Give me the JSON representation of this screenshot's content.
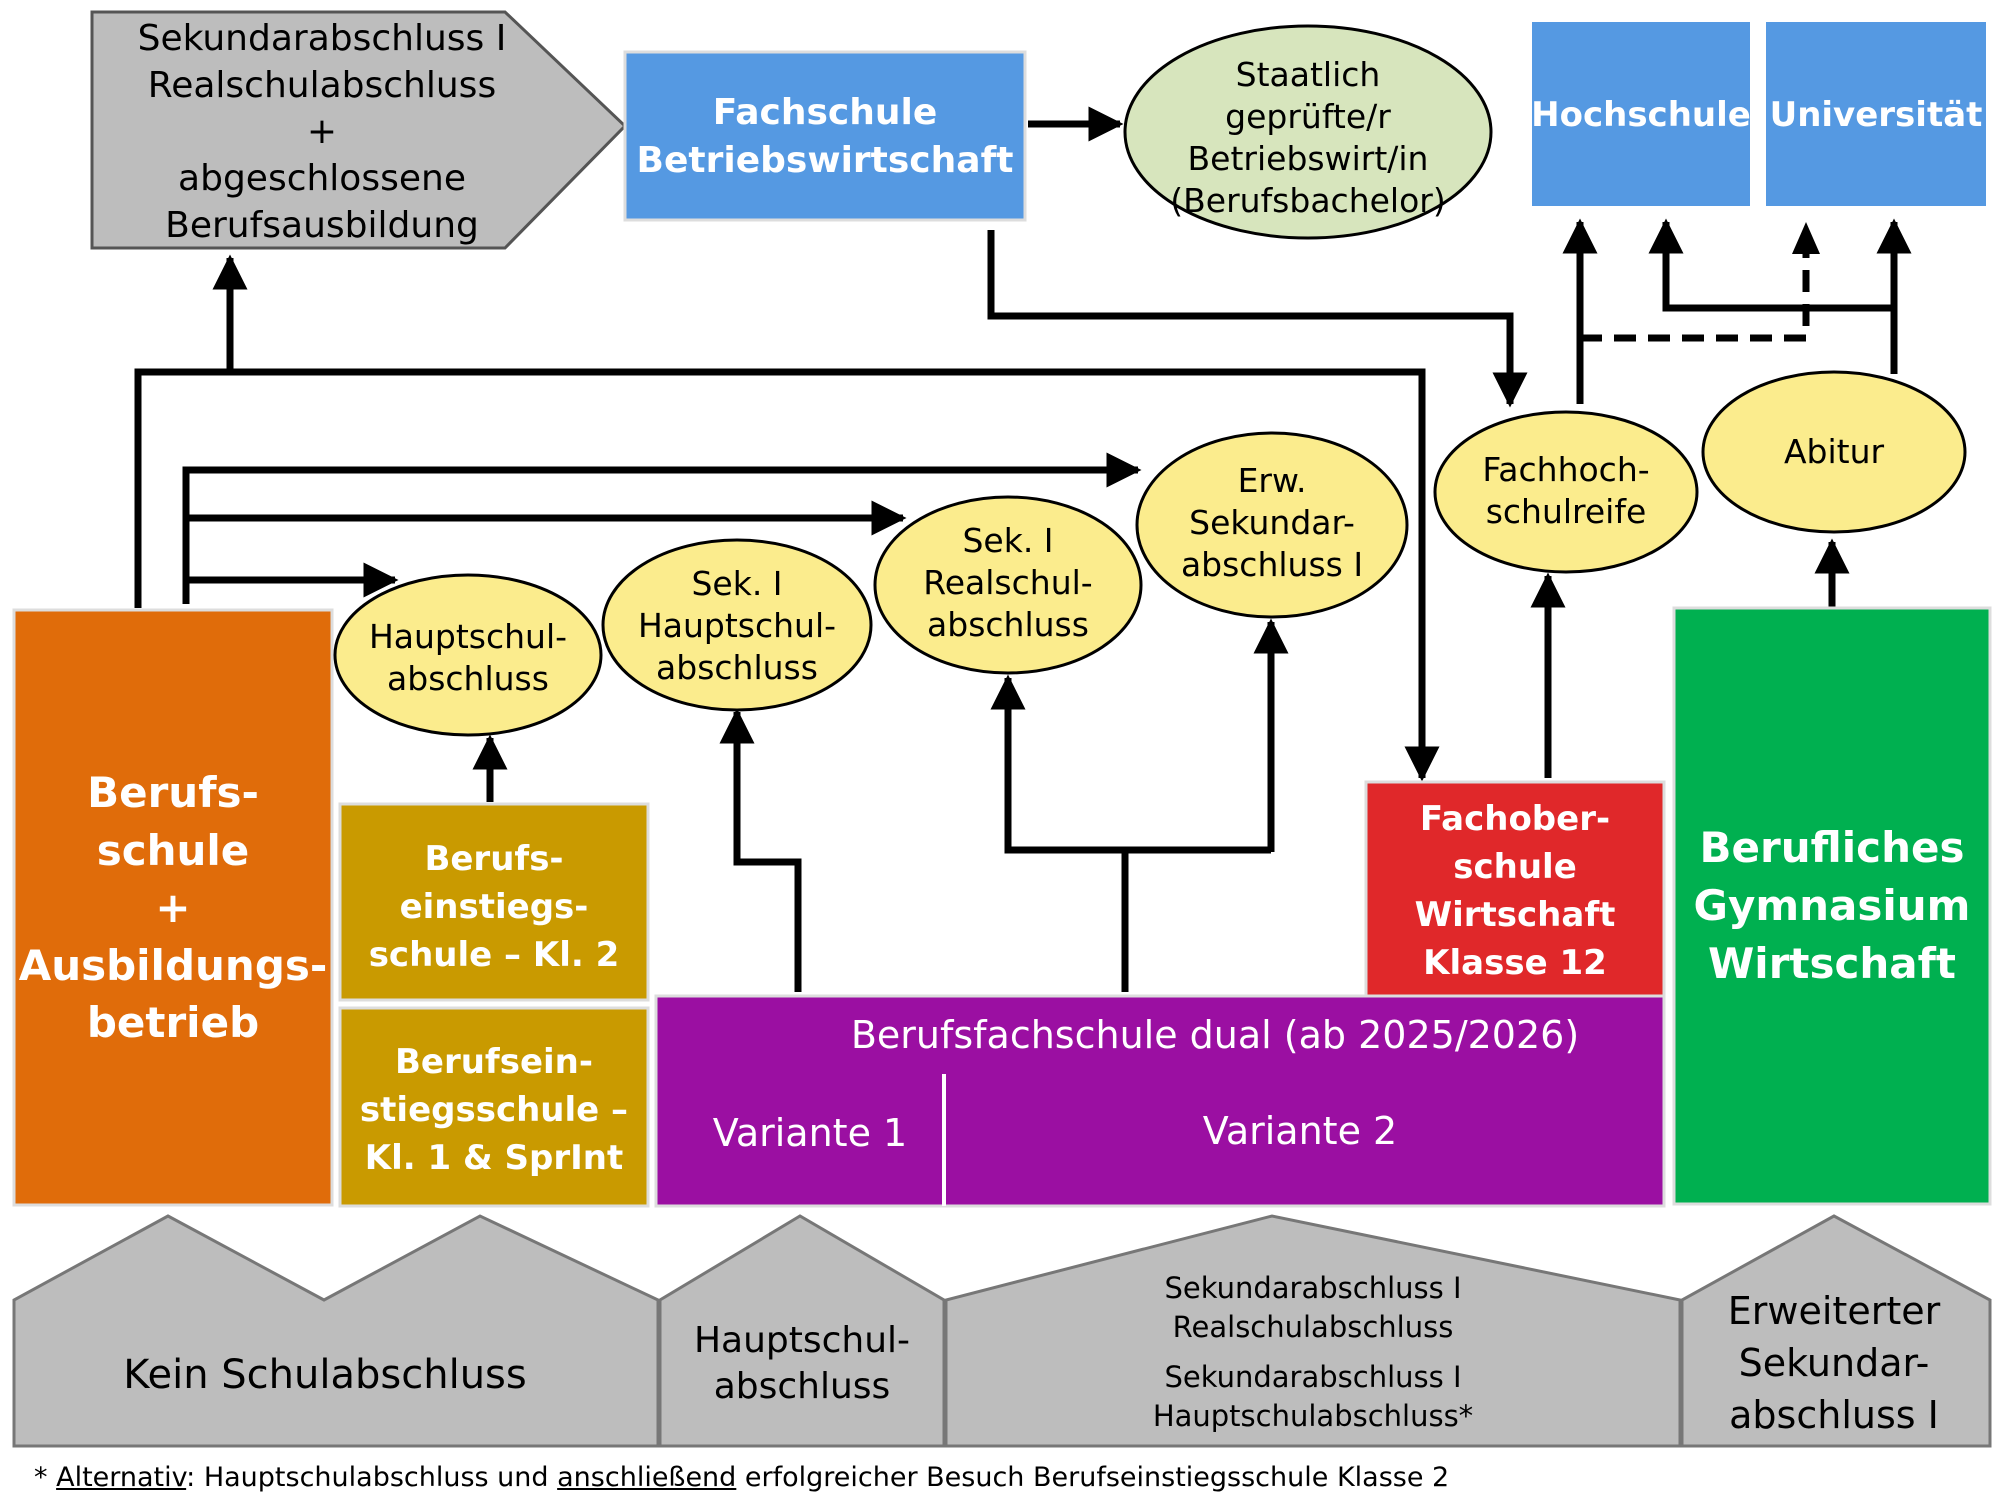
{
  "colors": {
    "orange": "#e06c0a",
    "gold": "#c99a00",
    "purple": "#9b0fa2",
    "red": "#e0282a",
    "green": "#00b050",
    "blue": "#5599e2",
    "yellow": "#fbec8d",
    "sage": "#d7e5bd",
    "gray": "#bdbdbd"
  },
  "top_left_pentagon": [
    "Sekundarabschluss I",
    "Realschulabschluss",
    "+",
    "abgeschlossene",
    "Berufsausbildung"
  ],
  "fachschule": [
    "Fachschule",
    "Betriebswirtschaft"
  ],
  "betriebswirt": [
    "Staatlich",
    "geprüfte/r",
    "Betriebswirt/in",
    "(Berufsbachelor)"
  ],
  "hochschule": "Hochschule",
  "universitaet": "Universität",
  "berufsschule": [
    "Berufs-",
    "schule",
    "+",
    "Ausbildungs-",
    "betrieb"
  ],
  "bes_kl2": [
    "Berufs-",
    "einstiegs-",
    "schule – Kl. 2"
  ],
  "bes_kl1": [
    "Berufsein-",
    "stiegsschule –",
    "Kl. 1 & SprInt"
  ],
  "bfs_dual": {
    "title": "Berufsfachschule dual (ab 2025/2026)",
    "variant1": "Variante 1",
    "variant2": "Variante 2"
  },
  "fachoberschule": [
    "Fachober-",
    "schule",
    "Wirtschaft",
    "Klasse 12"
  ],
  "bg": [
    "Berufliches",
    "Gymnasium",
    "Wirtschaft"
  ],
  "ovals": {
    "hauptschul": [
      "Hauptschul-",
      "abschluss"
    ],
    "sek_haupt": [
      "Sek. I",
      "Hauptschul-",
      "abschluss"
    ],
    "sek_real": [
      "Sek. I",
      "Realschul-",
      "abschluss"
    ],
    "erw_sek": [
      "Erw.",
      "Sekundar-",
      "abschluss I"
    ],
    "fhr": [
      "Fachhoch-",
      "schulreife"
    ],
    "abitur": "Abitur"
  },
  "bottom": {
    "kein": "Kein Schulabschluss",
    "hauptschul": [
      "Hauptschul-",
      "abschluss"
    ],
    "sek": [
      "Sekundarabschluss I",
      "Realschulabschluss",
      "Sekundarabschluss I",
      "Hauptschulabschluss*"
    ],
    "erw": [
      "Erweiterter",
      "Sekundar-",
      "abschluss I"
    ]
  },
  "footnote": {
    "prefix": "* ",
    "alt": "Alternativ",
    "mid": ": Hauptschulabschluss und ",
    "anschl": "anschließend",
    "end": " erfolgreicher Besuch Berufseinstiegsschule Klasse 2"
  }
}
